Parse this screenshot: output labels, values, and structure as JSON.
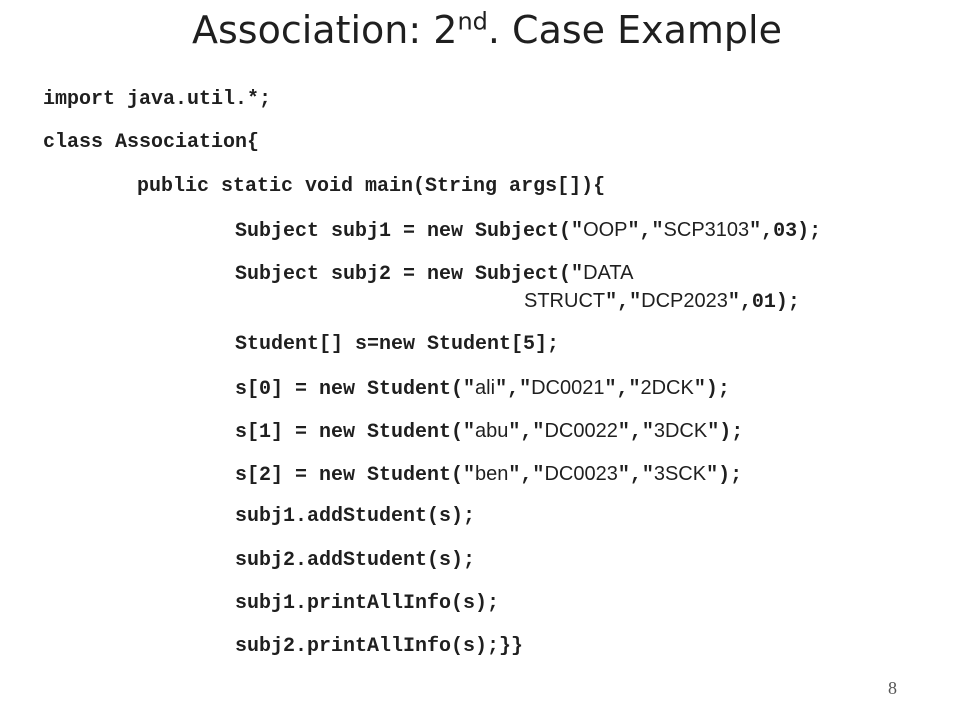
{
  "slide": {
    "title": {
      "prefix": "Association: 2",
      "superscript": "nd",
      "suffix": ". Case Example"
    },
    "code_lines": [
      {
        "parts": [
          "import java.util.*;"
        ]
      },
      {
        "parts": [
          "class Association{"
        ]
      },
      {
        "parts": [
          "public static void main(String args[]){"
        ]
      },
      {
        "parts": [
          "Subject subj1 = new Subject(\"",
          "OOP",
          "\",\"",
          "SCP3103",
          "\",03);"
        ]
      },
      {
        "parts": [
          "Subject subj2 = new Subject(\"",
          "DATA"
        ]
      },
      {
        "parts": [
          "",
          "STRUCT",
          "\",\"",
          "DCP2023",
          "\",01);"
        ]
      },
      {
        "parts": [
          "Student[] s=new Student[5];"
        ]
      },
      {
        "parts": [
          "s[0] = new Student(\"",
          "ali",
          "\",\"",
          "DC0021",
          "\",\"",
          "2DCK",
          "\");"
        ]
      },
      {
        "parts": [
          "s[1] = new Student(\"",
          "abu",
          "\",\"",
          "DC0022",
          "\",\"",
          "3DCK",
          "\");"
        ]
      },
      {
        "parts": [
          "s[2] = new Student(\"",
          "ben",
          "\",\"",
          "DC0023",
          "\",\"",
          "3SCK",
          "\");"
        ]
      },
      {
        "parts": [
          "subj1.addStudent(s);"
        ]
      },
      {
        "parts": [
          "subj2.addStudent(s);"
        ]
      },
      {
        "parts": [
          "subj1.printAllInfo(s);"
        ]
      },
      {
        "parts": [
          "subj2.printAllInfo(s);}}"
        ]
      }
    ],
    "page_number": "8"
  }
}
